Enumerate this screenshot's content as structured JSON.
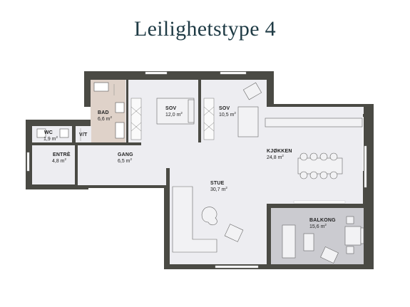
{
  "title": "Leilighetstype 4",
  "colors": {
    "wall": "#4a4a44",
    "floor": "#ededf1",
    "bathroom": "#dfd2c9",
    "balcony": "#cbcbd0",
    "window": "#ffffff",
    "title": "#1f3b45"
  },
  "rooms": {
    "bad": {
      "name": "BAD",
      "area": "6,6 m",
      "unit_sup": "2"
    },
    "sov1": {
      "name": "SOV",
      "area": "12,0 m",
      "unit_sup": "2"
    },
    "sov2": {
      "name": "SOV",
      "area": "10,5 m",
      "unit_sup": "2"
    },
    "wc": {
      "name": "WC",
      "area": "1,9 m",
      "unit_sup": "2"
    },
    "vt": {
      "name": "V/T"
    },
    "entre": {
      "name": "ENTRÈ",
      "area": "4,8 m",
      "unit_sup": "2"
    },
    "gang": {
      "name": "GANG",
      "area": "6,5 m",
      "unit_sup": "2"
    },
    "kjokken": {
      "name": "KJØKKEN",
      "area": "24,8 m",
      "unit_sup": "2"
    },
    "stue": {
      "name": "STUE",
      "area": "30,7 m",
      "unit_sup": "2"
    },
    "balkong": {
      "name": "BALKONG",
      "area": "15,6 m",
      "unit_sup": "2"
    }
  }
}
